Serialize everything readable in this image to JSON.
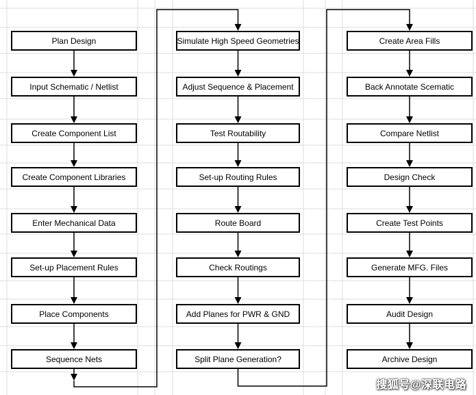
{
  "columns": [
    {
      "steps": [
        "Plan Design",
        "Input Schematic / Netlist",
        "Create Component List",
        "Create Component Libraries",
        "Enter Mechanical Data",
        "Set-up Placement Rules",
        "Place Components",
        "Sequence Nets"
      ]
    },
    {
      "steps": [
        "Simulate High Speed Geometries",
        "Adjust Sequence & Placement",
        "Test Routability",
        "Set-up Routing Rules",
        "Route Board",
        "Check Routings",
        "Add Planes for PWR & GND",
        "Split Plane Generation?"
      ]
    },
    {
      "steps": [
        "Create Area Fills",
        "Back Annotate Scematic",
        "Compare Netlist",
        "Design Check",
        "Create Test Points",
        "Generate MFG. Files",
        "Audit Design",
        "Archive Design"
      ]
    }
  ],
  "watermark": "搜狐号@深联电路"
}
